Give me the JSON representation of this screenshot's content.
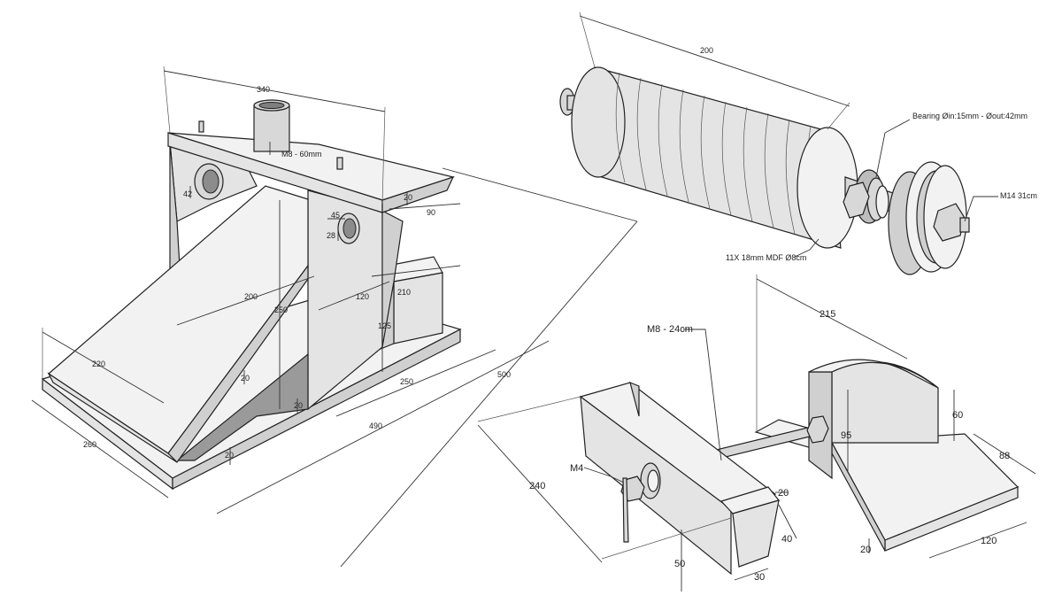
{
  "stand": {
    "dims": {
      "d340": "340",
      "m8_60": "M8 - 60mm",
      "d42": "42",
      "d20_top": "20",
      "d90": "90",
      "d45": "45",
      "d28": "28",
      "d200": "200",
      "d250_v": "250",
      "d120": "120",
      "d210": "210",
      "d125": "125",
      "d220": "220",
      "d20_ramp": "20",
      "d20_mid": "20",
      "d250": "250",
      "d500": "500",
      "d490": "490",
      "d260": "260",
      "d20_base": "20"
    }
  },
  "drum": {
    "dims": {
      "d200": "200",
      "bearing": "Bearing Øin:15mm - Øout:42mm",
      "m14": "M14 31cm",
      "mdf": "11X 18mm MDF Ø8cm"
    }
  },
  "tensioner": {
    "dims": {
      "m8_24": "M8 - 24cm",
      "d215": "215",
      "m4": "M4",
      "d240": "240",
      "d95": "95",
      "d60": "60",
      "d88": "88",
      "d20_a": "20",
      "d40": "40",
      "d50": "50",
      "d30": "30",
      "d20_b": "20",
      "d120": "120"
    }
  }
}
